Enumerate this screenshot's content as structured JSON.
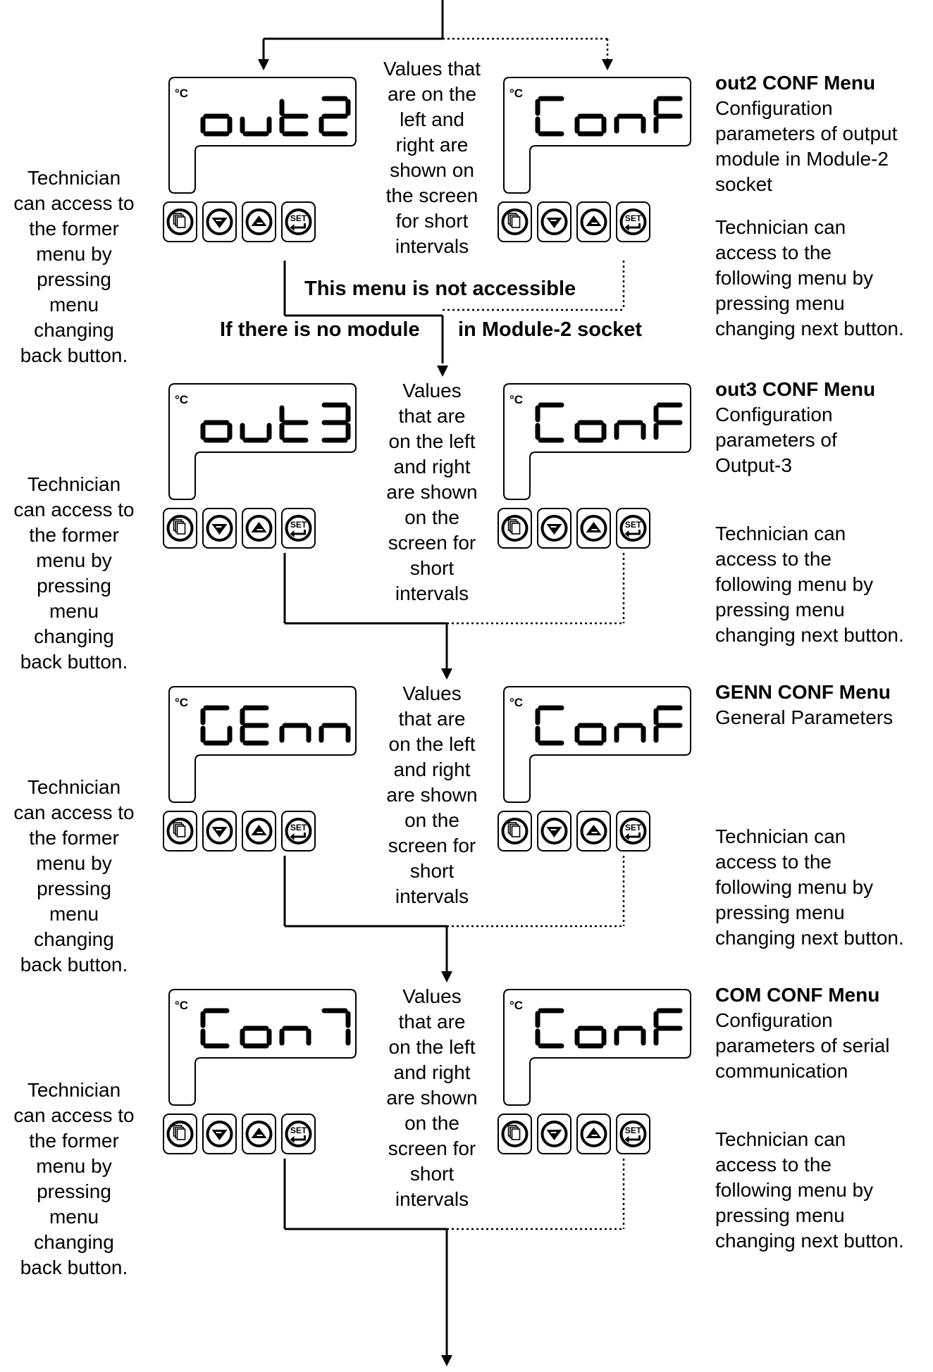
{
  "unit_label": "°C",
  "set_key_label": "SET",
  "sections": [
    {
      "left_display": "out2",
      "right_display": "ConF",
      "center_text": [
        "Values that",
        "are on the",
        "left and",
        "right are",
        "shown on",
        "the screen",
        "for short",
        "intervals"
      ],
      "left_text": [
        "Technician",
        "can access to",
        "the former",
        "menu by",
        "pressing",
        "menu",
        "changing",
        "back button."
      ],
      "right_title": "out2 CONF Menu",
      "right_desc": [
        "Configuration",
        "parameters of output",
        "module in Module-2",
        "socket"
      ],
      "right_next": [
        "Technician can",
        "access to the",
        "following menu by",
        "pressing menu",
        "changing next button."
      ]
    },
    {
      "left_display": "out3",
      "right_display": "ConF",
      "center_text": [
        "Values",
        "that are",
        "on the left",
        "and right",
        "are shown",
        "on the",
        "screen for",
        "short",
        "intervals"
      ],
      "left_text": [
        "Technician",
        "can access to",
        "the former",
        "menu by",
        "pressing",
        "menu",
        "changing",
        "back button."
      ],
      "right_title": "out3 CONF Menu",
      "right_desc": [
        "Configuration",
        "parameters of",
        "Output-3"
      ],
      "right_next": [
        "Technician can",
        "access to the",
        "following menu by",
        "pressing menu",
        "changing next button."
      ]
    },
    {
      "left_display": "GEnn",
      "right_display": "ConF",
      "center_text": [
        "Values",
        "that are",
        "on the left",
        "and right",
        "are shown",
        "on the",
        "screen for",
        "short",
        "intervals"
      ],
      "left_text": [
        "Technician",
        "can access to",
        "the former",
        "menu by",
        "pressing",
        "menu",
        "changing",
        "back button."
      ],
      "right_title": "GENN CONF Menu",
      "right_desc": [
        "General Parameters"
      ],
      "right_next": [
        "Technician can",
        "access to the",
        "following menu by",
        "pressing menu",
        "changing next button."
      ]
    },
    {
      "left_display": "Con7",
      "right_display": "ConF",
      "center_text": [
        "Values",
        "that are",
        "on the left",
        "and right",
        "are shown",
        "on the",
        "screen for",
        "short",
        "intervals"
      ],
      "left_text": [
        "Technician",
        "can access to",
        "the former",
        "menu by",
        "pressing",
        "menu",
        "changing",
        "back button."
      ],
      "right_title": "COM CONF Menu",
      "right_desc": [
        "Configuration",
        "parameters of serial",
        "communication"
      ],
      "right_next": [
        "Technician can",
        "access to the",
        "following menu by",
        "pressing menu",
        "changing next button."
      ]
    }
  ],
  "conditions": {
    "not_accessible": "This menu is not accessible",
    "no_module_a": "If there is no module",
    "no_module_b": "in Module-2 socket"
  }
}
